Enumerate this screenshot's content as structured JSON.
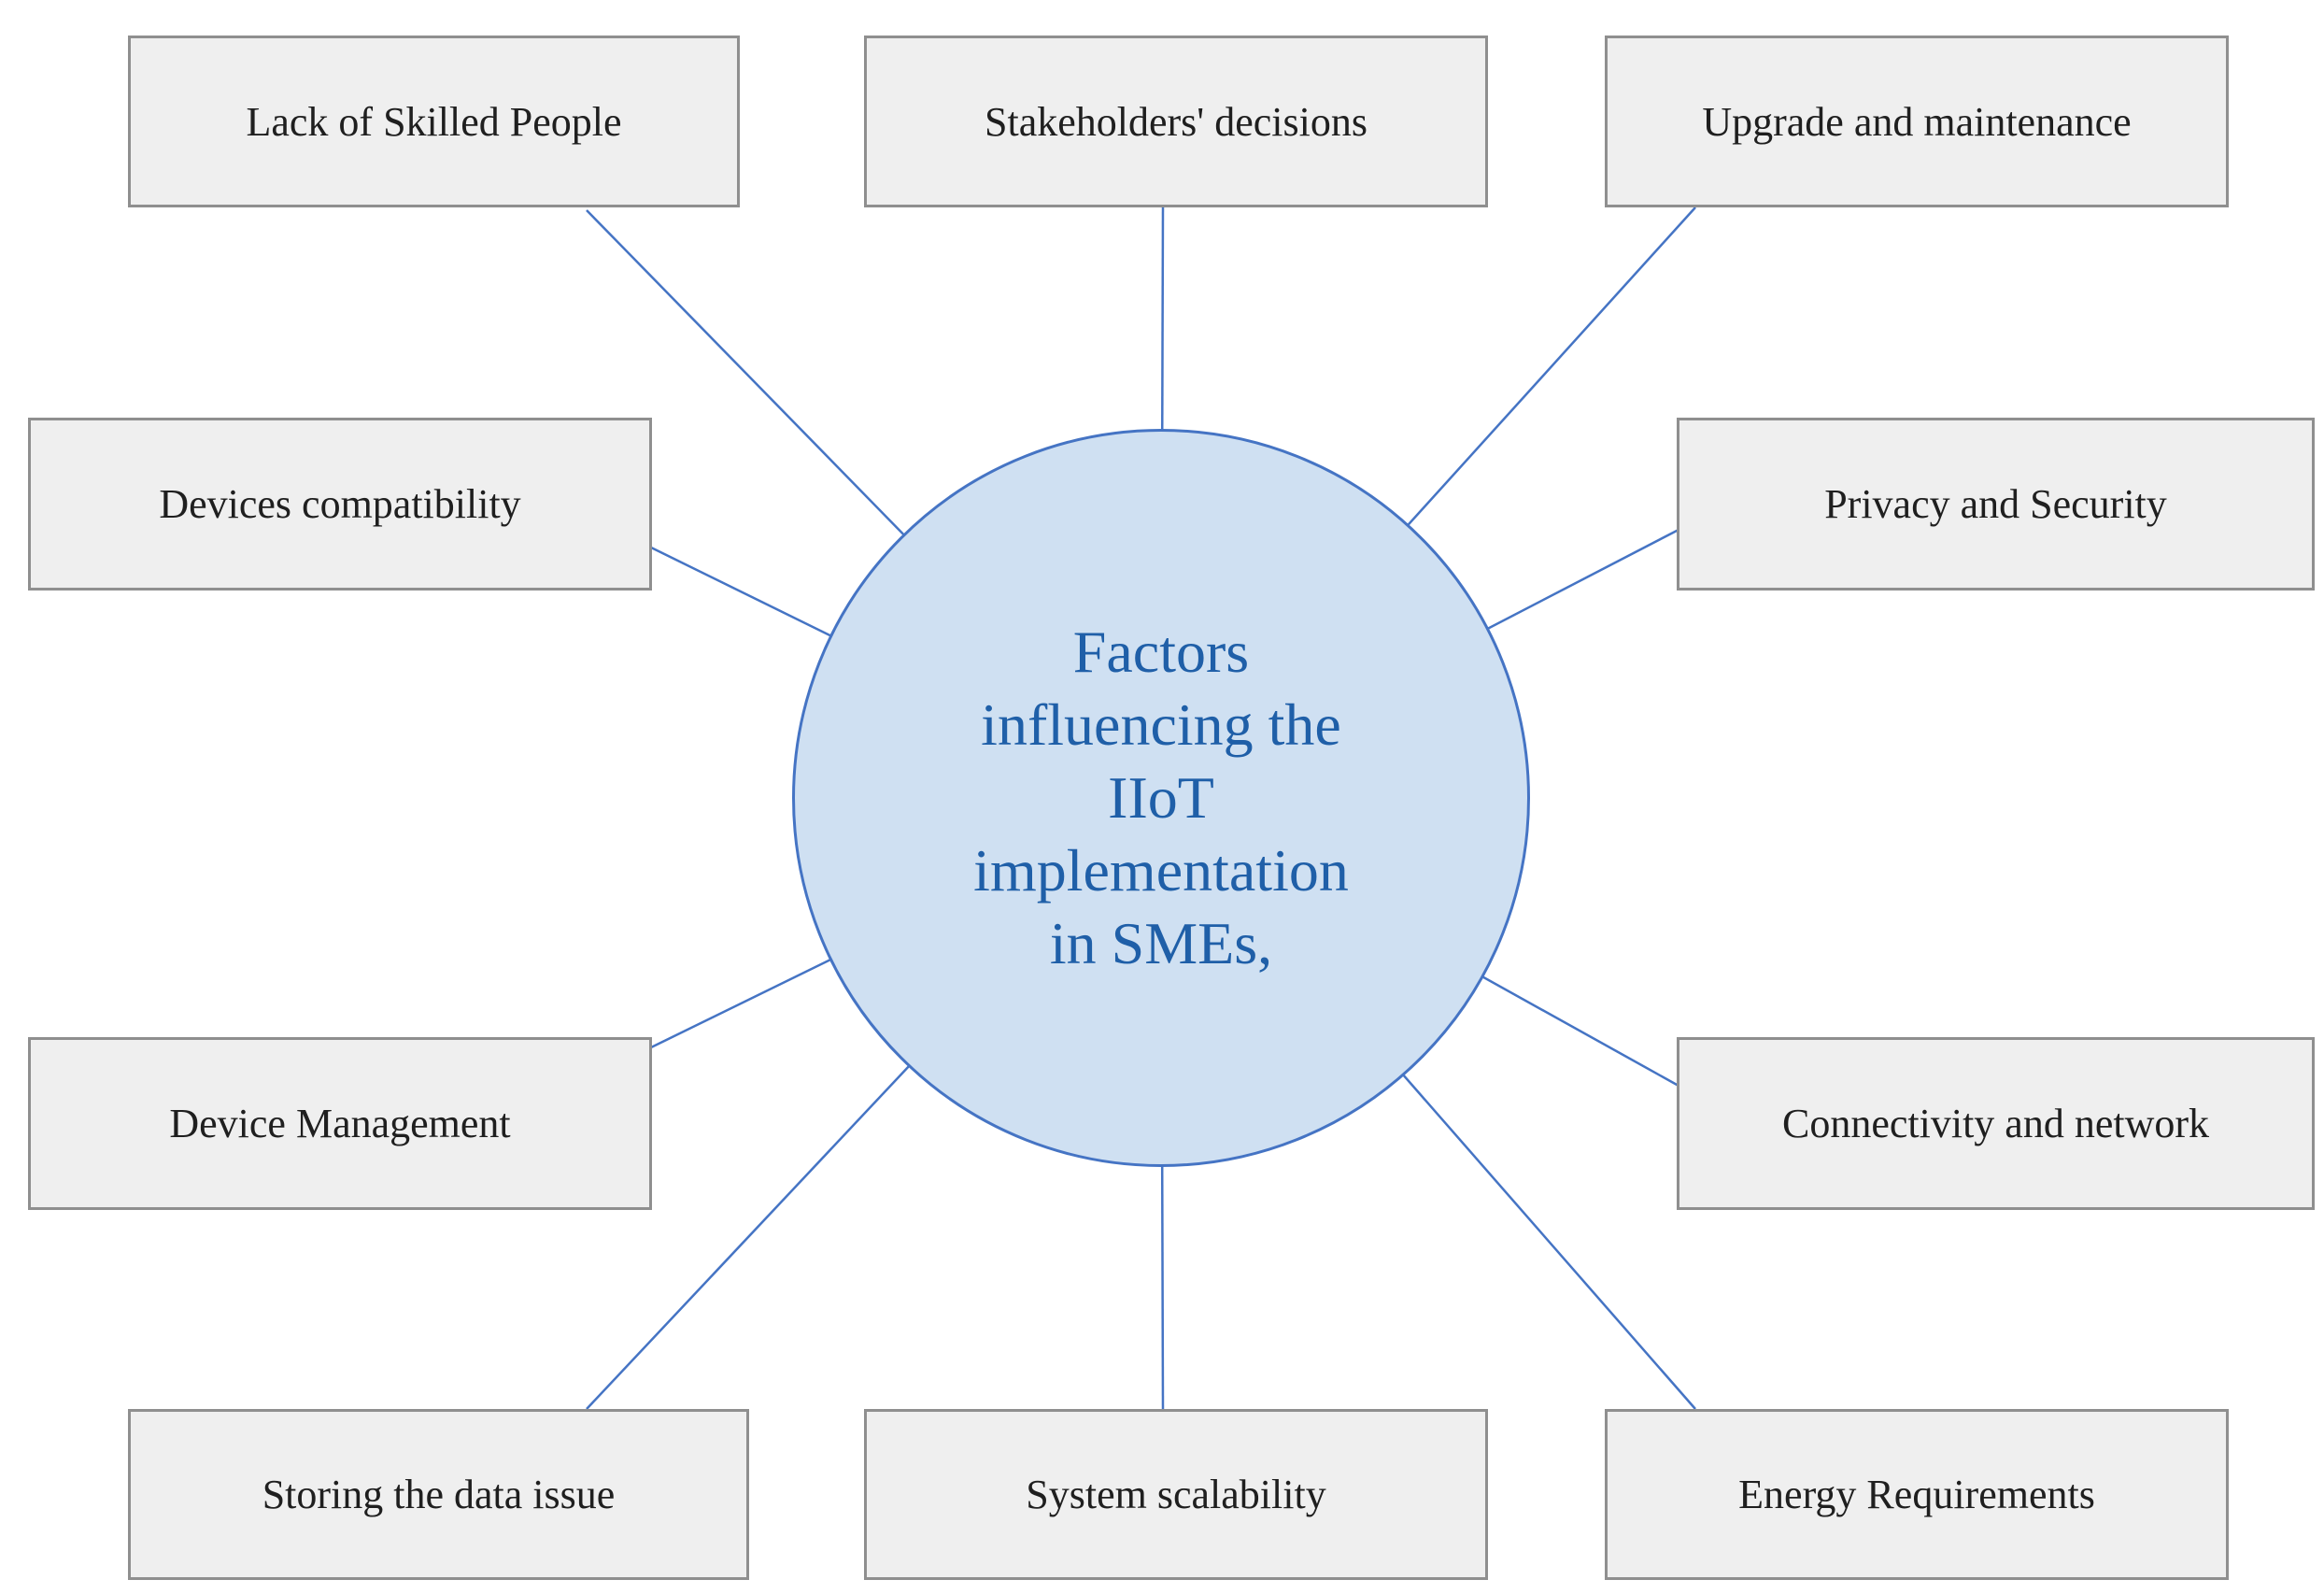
{
  "title": "Factors influencing the IIoT implementation in SMEs,",
  "center": {
    "label": "Factors influencing the IIoT implementation in SMEs,",
    "lines": [
      "Factors",
      "influencing the",
      "IIoT",
      "implementation",
      "in SMEs,"
    ],
    "fill_color": "#cfe0f2",
    "border_color": "#4574c4",
    "text_color": "#1f5fa8"
  },
  "factors": [
    {
      "label": "Lack of Skilled People",
      "position": "top-left"
    },
    {
      "label": "Stakeholders' decisions",
      "position": "top-center"
    },
    {
      "label": "Upgrade and maintenance",
      "position": "top-right"
    },
    {
      "label": "Devices compatibility",
      "position": "middle-left-upper"
    },
    {
      "label": "Privacy and Security",
      "position": "middle-right-upper"
    },
    {
      "label": "Device Management",
      "position": "middle-left-lower"
    },
    {
      "label": "Connectivity and network",
      "position": "middle-right-lower"
    },
    {
      "label": "Storing the data issue",
      "position": "bottom-left"
    },
    {
      "label": "System scalability",
      "position": "bottom-center"
    },
    {
      "label": "Energy Requirements",
      "position": "bottom-right"
    }
  ],
  "styles": {
    "background": "#ffffff",
    "box_fill": "#efefef",
    "box_border": "#8f8f8f",
    "box_text_color": "#1f1f1f",
    "connector_color": "#4574c4"
  }
}
